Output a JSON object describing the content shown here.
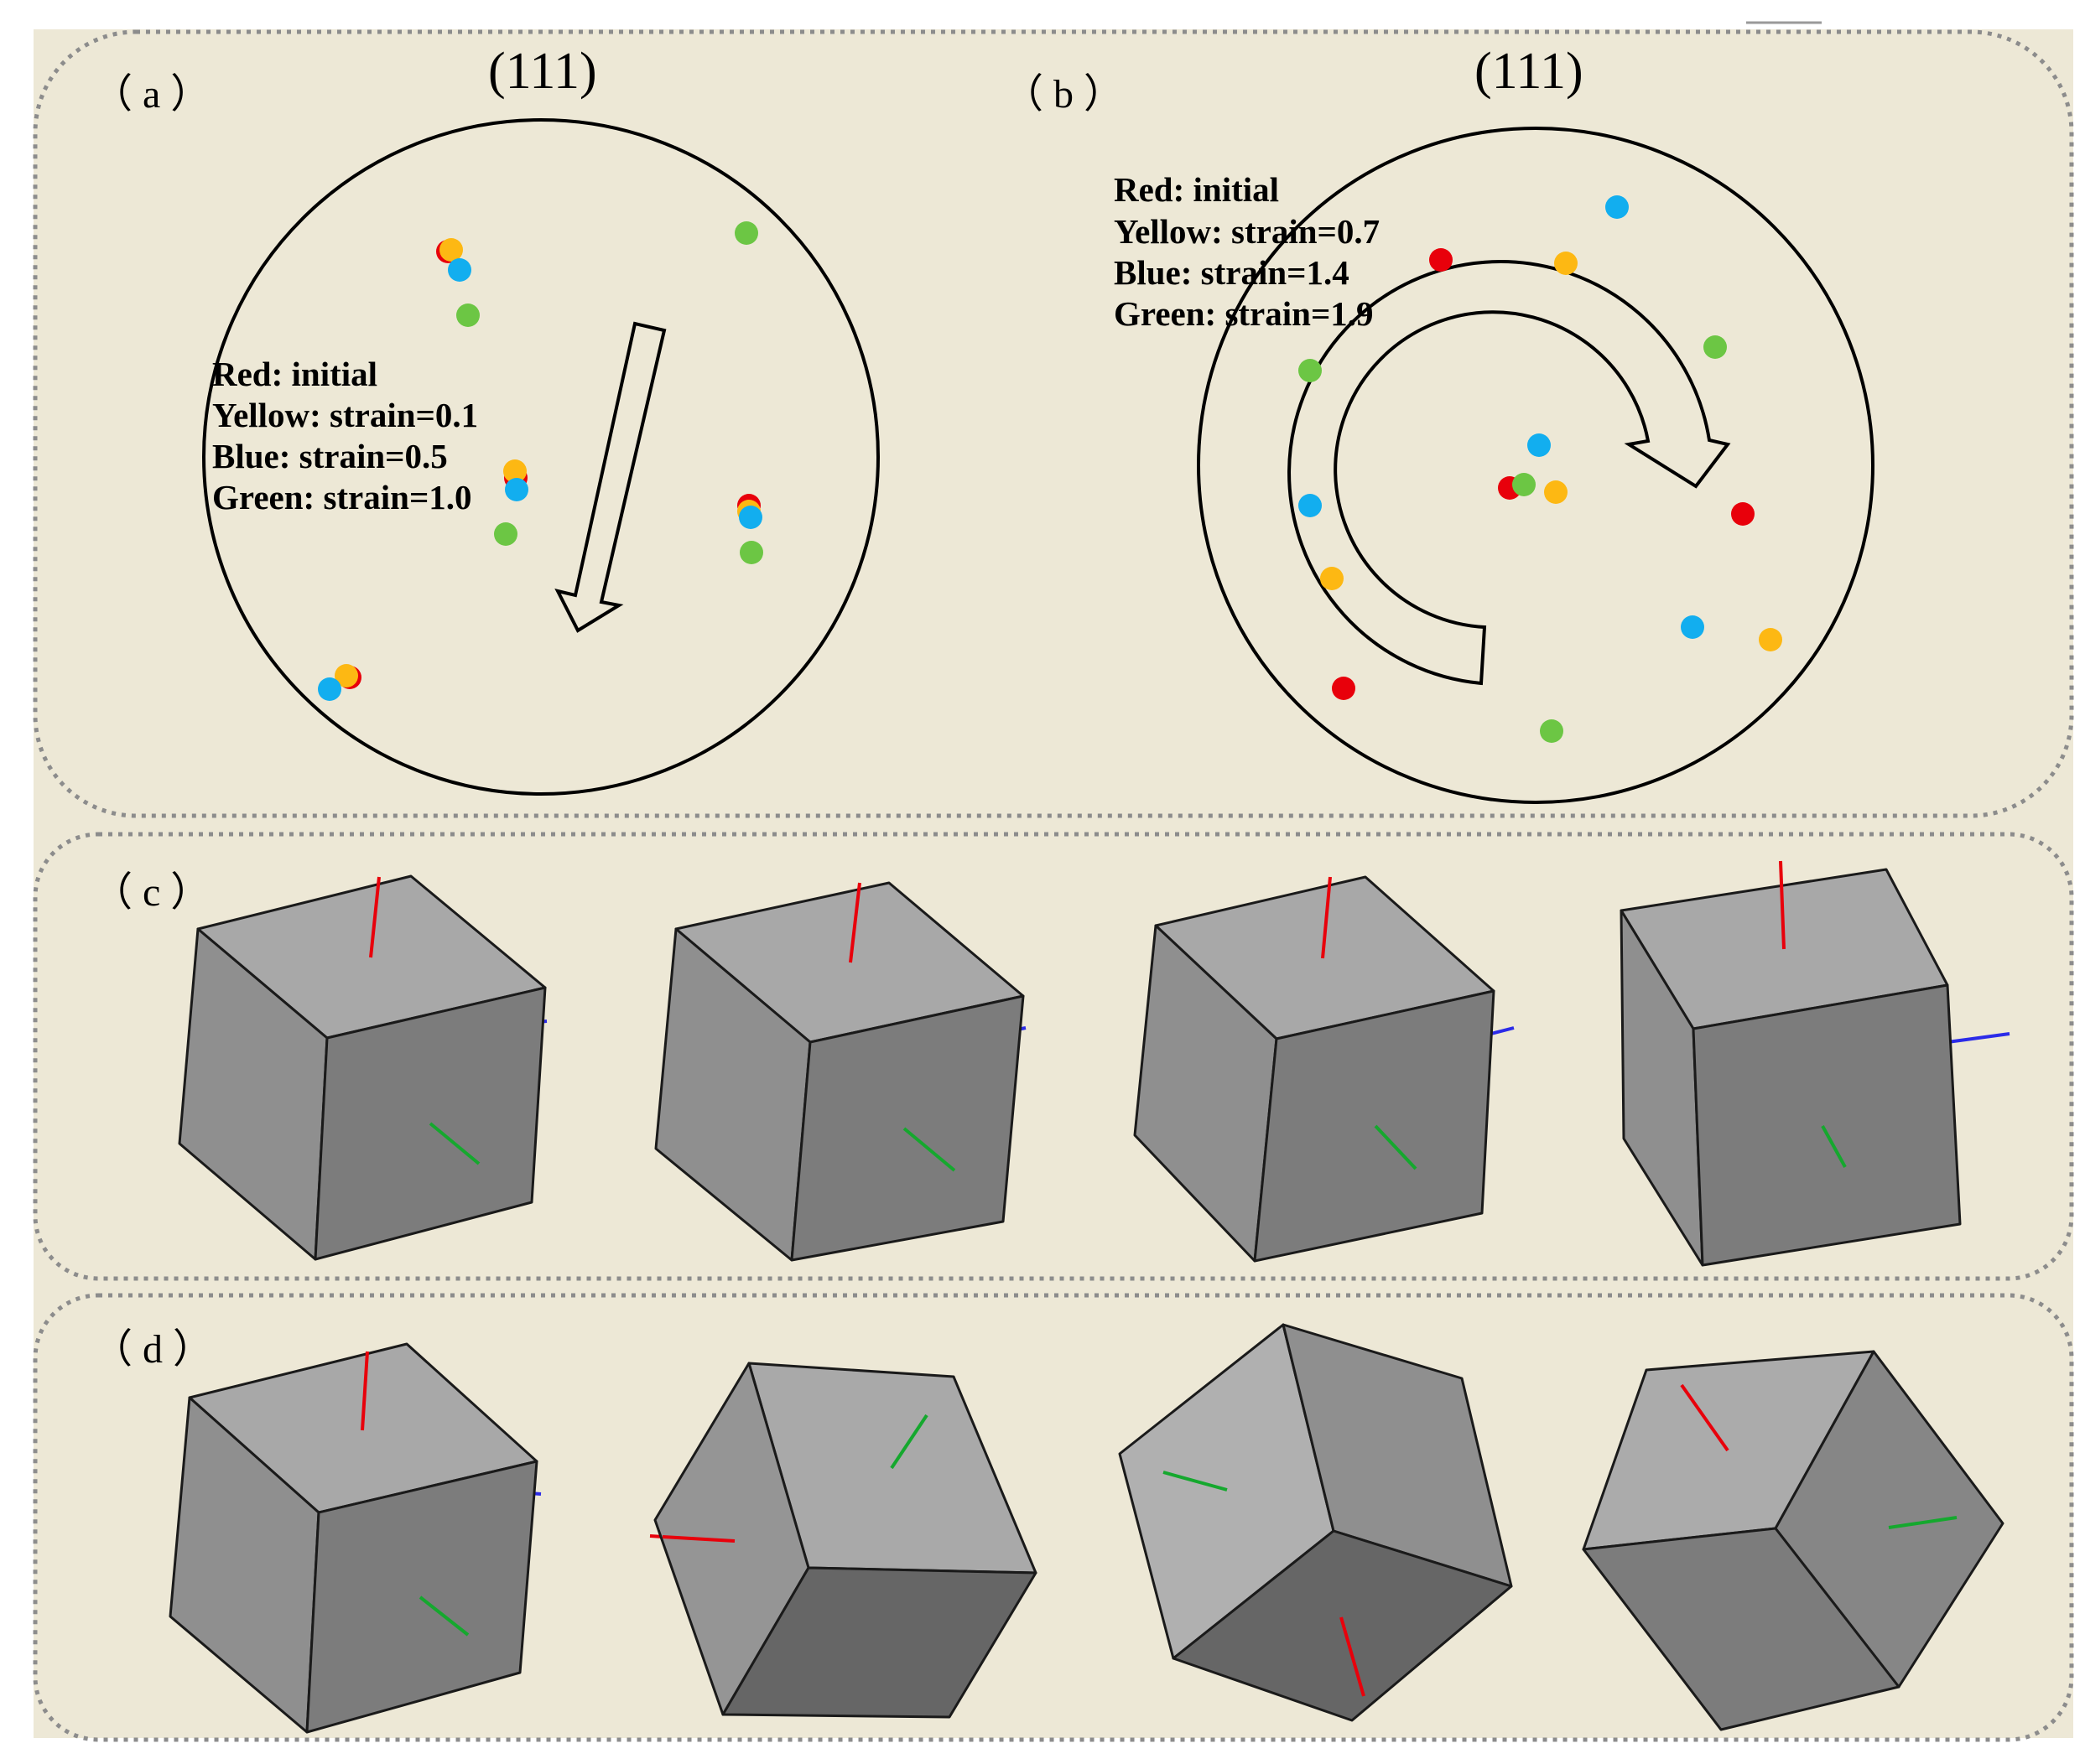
{
  "figure": {
    "background_color": "#EDE8D6",
    "border_color": "#8C8C8C",
    "marker_colors": {
      "red": "#E8000B",
      "yellow": "#FDB813",
      "blue": "#12AEEF",
      "green": "#6CC644"
    },
    "axis_colors": {
      "x": "#E8000B",
      "y": "#15A82E",
      "z": "#2B2BE8"
    }
  },
  "panels": {
    "a": {
      "label": "（ a ）",
      "title": "(111)",
      "legend": [
        "Red: initial",
        "Yellow: strain=0.1",
        "Blue: strain=0.5",
        "Green: strain=1.0"
      ],
      "arrow": "straight-arrow-icon"
    },
    "b": {
      "label": "（ b ）",
      "title": "(111)",
      "legend": [
        "Red: initial",
        "Yellow: strain=0.7",
        "Blue: strain=1.4",
        "Green: strain=1.9"
      ],
      "arrow": "curved-arrow-icon"
    },
    "c": {
      "label": "（ c ）",
      "cube_count": 4
    },
    "d": {
      "label": "（ d ）",
      "cube_count": 4
    }
  }
}
